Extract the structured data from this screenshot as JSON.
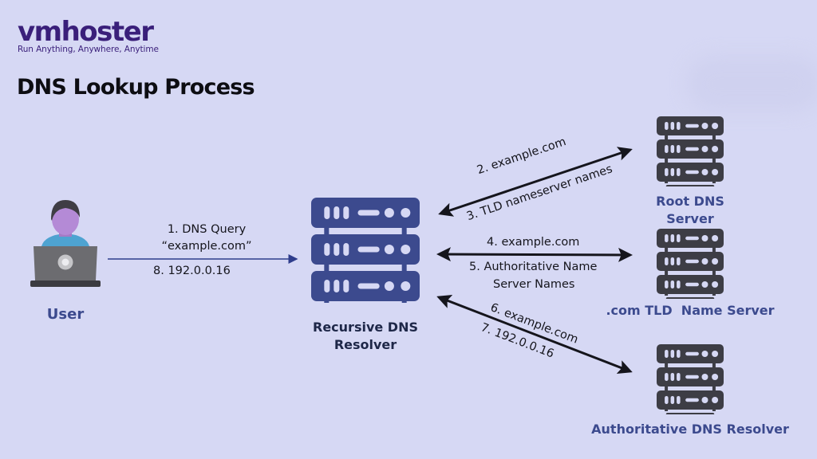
{
  "brand": {
    "name": "vmhoster",
    "tagline": "Run Anything, Anywhere, Anytime",
    "color": "#3a1f7a"
  },
  "title": "DNS Lookup Process",
  "nodes": {
    "user": {
      "label": "User",
      "icon": "user-laptop-icon"
    },
    "resolver": {
      "label_line1": "Recursive DNS",
      "label_line2": "Resolver",
      "icon": "server-rack-icon",
      "color": "#3c4a8e"
    },
    "root": {
      "label": "Root DNS Server",
      "icon": "server-rack-icon"
    },
    "tld": {
      "label": ".com TLD  Name Server",
      "icon": "server-rack-icon"
    },
    "authoritative": {
      "label": "Authoritative DNS Resolver",
      "icon": "server-rack-icon"
    }
  },
  "arrows": {
    "user_resolver": {
      "above_line1": "1. DNS Query",
      "above_line2": "“example.com”",
      "below": "8. 192.0.0.16"
    },
    "resolver_root": {
      "above": "2. example.com",
      "below": "3. TLD nameserver names"
    },
    "resolver_tld": {
      "above": "4. example.com",
      "below_line1": "5. Authoritative Name",
      "below_line2": "Server Names"
    },
    "resolver_authoritative": {
      "above": "6. example.com",
      "below": "7. 192.0.0.16"
    }
  },
  "colors": {
    "background": "#d6d8f4",
    "label_blue": "#3c4a8e",
    "server_dark": "#3d3d45",
    "server_blue": "#3c4a8e",
    "arrow_blue": "#2f3d8c",
    "arrow_dark": "#15151c"
  }
}
